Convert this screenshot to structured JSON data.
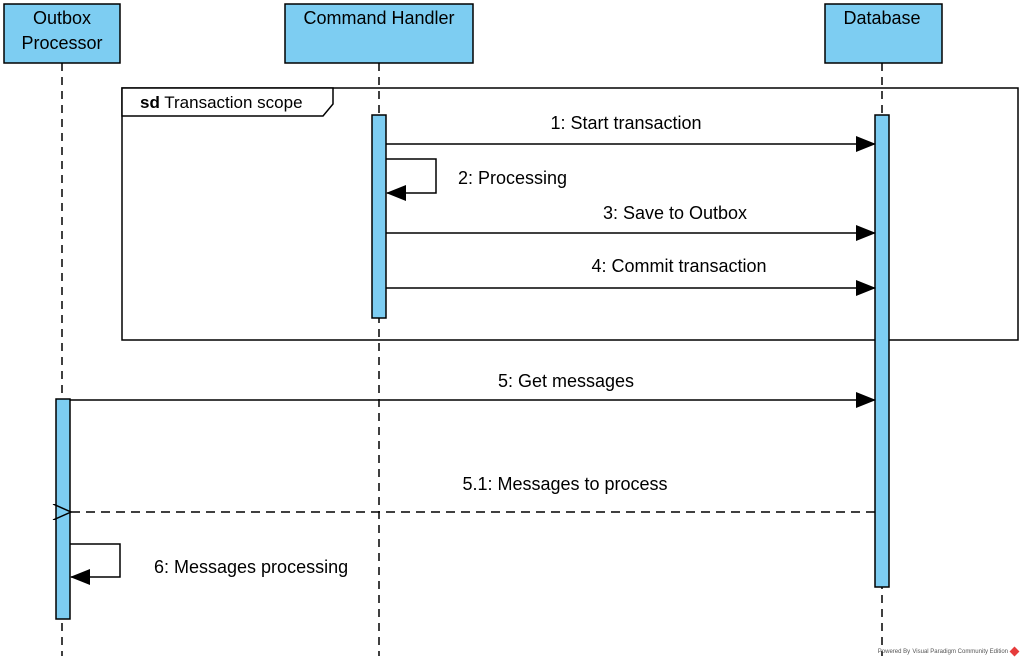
{
  "colors": {
    "participant_fill": "#7dcdf2",
    "activation_fill": "#7dcdf2",
    "line": "#000000",
    "background": "#ffffff"
  },
  "participants": [
    {
      "name_line1": "Outbox",
      "name_line2": "Processor"
    },
    {
      "name_line1": "Command Handler"
    },
    {
      "name_line1": "Database"
    }
  ],
  "frame": {
    "keyword": "sd",
    "title": "Transaction scope"
  },
  "messages": [
    {
      "label": "1: Start transaction",
      "kind": "sync"
    },
    {
      "label": "2: Processing",
      "kind": "self"
    },
    {
      "label": "3: Save to Outbox",
      "kind": "sync"
    },
    {
      "label": "4: Commit transaction",
      "kind": "sync"
    },
    {
      "label": "5: Get messages",
      "kind": "sync"
    },
    {
      "label": "5.1: Messages to process",
      "kind": "return"
    },
    {
      "label": "6: Messages processing",
      "kind": "self"
    }
  ],
  "watermark": {
    "text": "Powered By Visual Paradigm Community Edition",
    "icon": "visual-paradigm-logo-icon"
  }
}
